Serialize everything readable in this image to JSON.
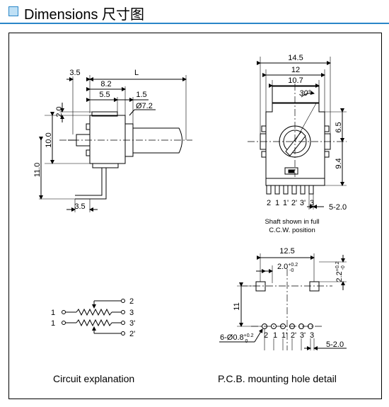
{
  "header": {
    "title": "Dimensions 尺寸图"
  },
  "side_view": {
    "dims": {
      "d1": "3.5",
      "L": "L",
      "d82": "8.2",
      "d55": "5.5",
      "d15": "1.5",
      "dia72": "Ø7.2",
      "d20": "2.0",
      "d100": "10.0",
      "d110": "11.0",
      "d35b": "3.5"
    }
  },
  "front_view": {
    "dims": {
      "w145": "14.5",
      "w12": "12",
      "w107": "10.7",
      "angle": "30°",
      "h65": "6.5",
      "h94": "9.4",
      "pitch": "5-2.0"
    },
    "pins": [
      "2",
      "1",
      "1'",
      "2'",
      "3'",
      "3"
    ],
    "note_line1": "Shaft shown in full",
    "note_line2": "C.C.W. position"
  },
  "pcb": {
    "dims": {
      "w125": "12.5",
      "d20": "2.0",
      "d20sup": "+0.2",
      "d20sub": "-0",
      "d22": "2.2",
      "d22sup": "+0.2",
      "d22sub": "-0",
      "h11": "11",
      "hole": "6-Ø0.8",
      "hole_sup": "+0.2",
      "hole_sub": "0",
      "pitch": "5-2.0"
    },
    "pins": [
      "2",
      "1",
      "1'",
      "2'",
      "3'",
      "3"
    ],
    "caption": "P.C.B. mounting hole detail"
  },
  "circuit": {
    "left_labels": [
      "1",
      "1"
    ],
    "right_labels": [
      "2",
      "3",
      "3'",
      "2'"
    ],
    "caption": "Circuit explanation"
  }
}
